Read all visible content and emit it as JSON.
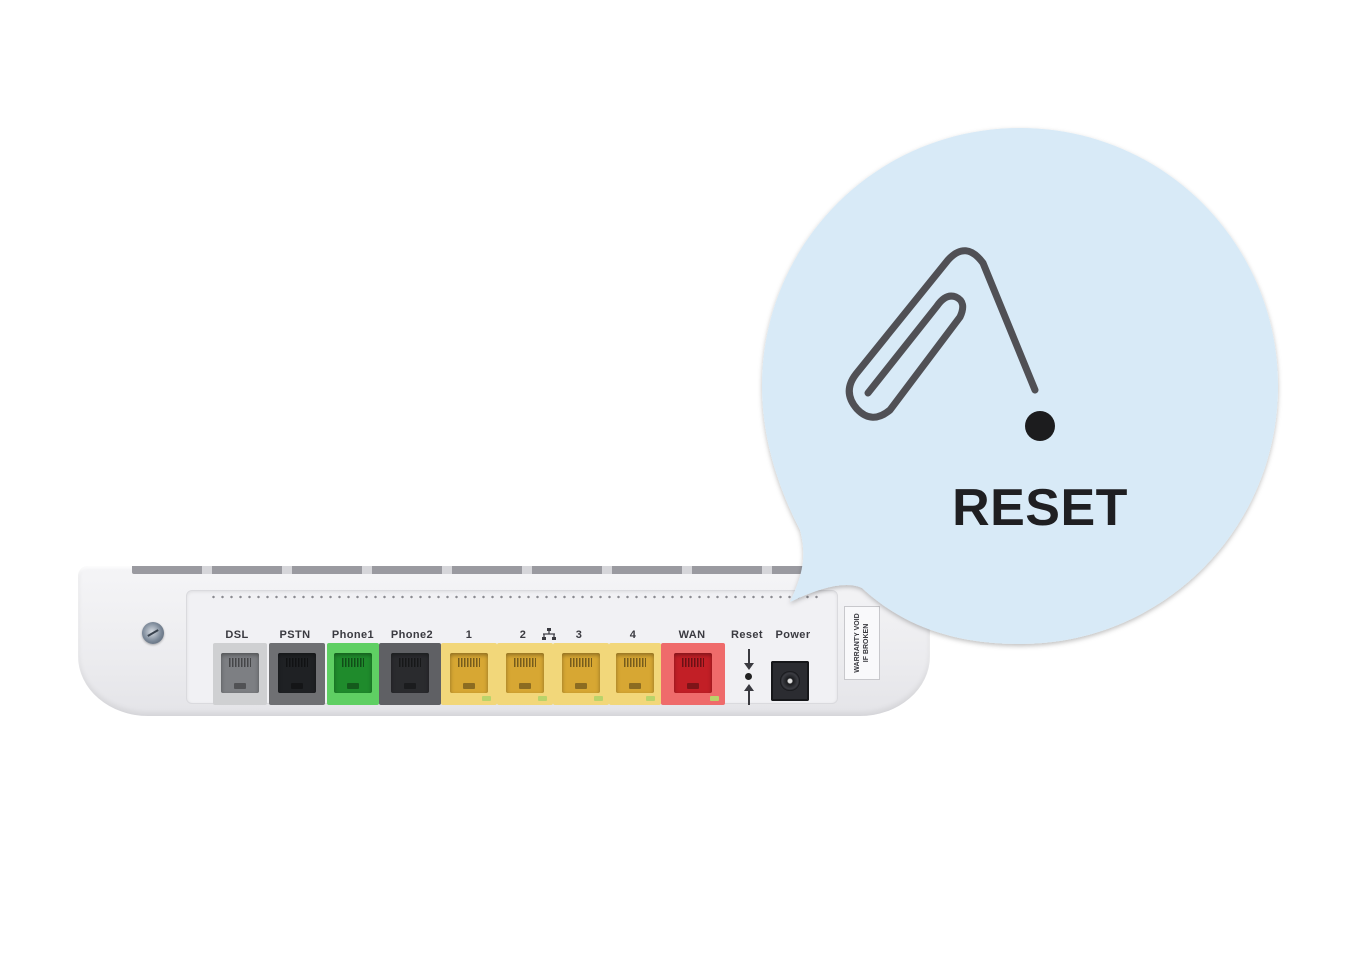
{
  "callout": {
    "title": "RESET",
    "icon": "paperclip-icon",
    "bubble_color": "#d8eaf7",
    "icon_color": "#505055"
  },
  "router": {
    "ports": [
      {
        "label": "DSL",
        "color": "#cfd0d2",
        "jack": "#7d7f83"
      },
      {
        "label": "PSTN",
        "color": "#6f7073",
        "jack": "#1f2124"
      },
      {
        "label": "Phone1",
        "color": "#5fcf63",
        "jack": "#1f8b2c"
      },
      {
        "label": "Phone2",
        "color": "#5f6064",
        "jack": "#2a2b2e"
      },
      {
        "label": "1",
        "color": "#f2d77a",
        "jack": "#d7a733"
      },
      {
        "label": "2",
        "color": "#f2d77a",
        "jack": "#d7a733"
      },
      {
        "label": "3",
        "color": "#f2d77a",
        "jack": "#d7a733"
      },
      {
        "label": "4",
        "color": "#f2d77a",
        "jack": "#d7a733"
      },
      {
        "label": "WAN",
        "color": "#ef6b6b",
        "jack": "#c21f26"
      }
    ],
    "reset_label": "Reset",
    "power_label": "Power",
    "warranty_line1": "WARRANTY VOID",
    "warranty_line2": "IF BROKEN",
    "network_icon": "network-icon"
  }
}
